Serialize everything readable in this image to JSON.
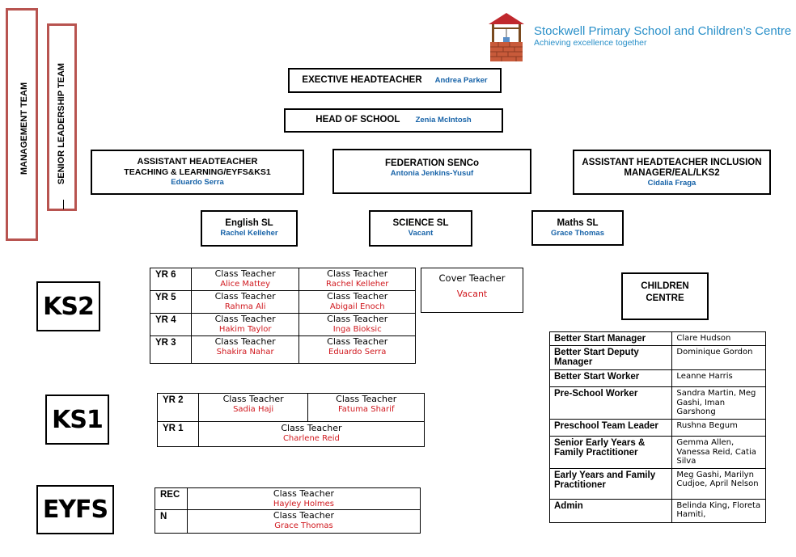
{
  "school": {
    "name": "Stockwell Primary School and Children’s Centre",
    "tagline": "Achieving excellence together"
  },
  "side_labels": {
    "management": "MANAGEMENT TEAM",
    "senior": "SENIOR LEADERSHIP TEAM"
  },
  "leadership": {
    "exec": {
      "title": "EXECTIVE  HEADTEACHER",
      "name": "Andrea Parker"
    },
    "head": {
      "title": "HEAD OF SCHOOL",
      "name": "Zenia McIntosh"
    },
    "ah_tl": {
      "title1": "ASSISTANT HEADTEACHER",
      "title2": "TEACHING & LEARNING/EYFS&KS1",
      "name": "Eduardo Serra"
    },
    "senco": {
      "title": "FEDERATION SENCo",
      "name": "Antonia Jenkins-Yusuf"
    },
    "ah_inc": {
      "title1": "ASSISTANT HEADTEACHER INCLUSION",
      "title2": "MANAGER/EAL/LKS2",
      "name": "Cidalia Fraga"
    }
  },
  "subject_leads": [
    {
      "title": "English SL",
      "name": "Rachel Kelleher"
    },
    {
      "title": "SCIENCE  SL",
      "name": "Vacant"
    },
    {
      "title": "Maths SL",
      "name": "Grace  Thomas"
    }
  ],
  "stages": {
    "ks2": "KS2",
    "ks1": "KS1",
    "eyfs": "EYFS"
  },
  "role_label": "Class Teacher",
  "ks2": [
    {
      "year": "YR 6",
      "t1": "Alice Mattey",
      "t2": "Rachel  Kelleher"
    },
    {
      "year": "YR 5",
      "t1": "Rahma Ali",
      "t2": "Abigail Enoch"
    },
    {
      "year": "YR 4",
      "t1": "Hakim Taylor",
      "t2": "Inga  Bioksic"
    },
    {
      "year": "YR 3",
      "t1": "Shakira Nahar",
      "t2": "Eduardo Serra"
    }
  ],
  "cover": {
    "title": "Cover Teacher",
    "name": "Vacant"
  },
  "ks1": {
    "yr2": {
      "year": "YR 2",
      "t1": "Sadia Haji",
      "t2": "Fatuma Sharif"
    },
    "yr1": {
      "year": "YR 1",
      "t1": "Charlene Reid"
    }
  },
  "eyfs": [
    {
      "year": "REC",
      "t1": "Hayley Holmes"
    },
    {
      "year": "N",
      "t1": "Grace Thomas"
    }
  ],
  "children_centre": {
    "title1": "CHILDREN",
    "title2": "CENTRE",
    "rows": [
      {
        "role": "Better Start Manager",
        "person": "Clare Hudson"
      },
      {
        "role": "Better Start Deputy Manager",
        "person": "Dominique Gordon"
      },
      {
        "role": "Better Start Worker",
        "person": "Leanne Harris"
      },
      {
        "role": "Pre-School Worker",
        "person": "Sandra Martin, Meg Gashi, Iman Garshong"
      },
      {
        "role": "Preschool Team Leader",
        "person": "Rushna Begum"
      },
      {
        "role": "Senior Early Years & Family Practitioner",
        "person": "Gemma  Allen, Vanessa  Reid, Catia Silva"
      },
      {
        "role": "Early Years and Family Practitioner",
        "person": "Meg Gashi, Marilyn Cudjoe, April Nelson"
      },
      {
        "role": "Admin",
        "person": "Belinda King, Floreta Hamiti,"
      }
    ]
  }
}
